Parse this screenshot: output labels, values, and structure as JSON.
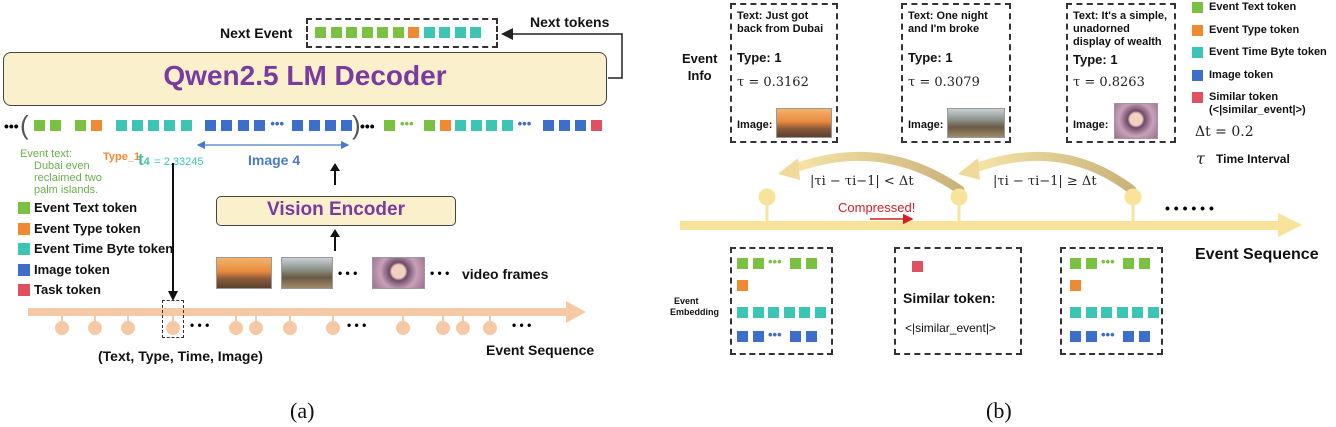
{
  "colors": {
    "text_token": "#7ac142",
    "type_token": "#f08a32",
    "time_token": "#3cc4b4",
    "image_token": "#3d6ec9",
    "task_token": "#e05060",
    "decoder_fill": "#fbf0cc",
    "decoder_text": "#7b3aa0",
    "sequence_line": "#f5c9a6",
    "timeline_b": "#f7e39a"
  },
  "panel_a": {
    "next_event_label": "Next Event",
    "next_tokens_label": "Next tokens",
    "decoder_label": "Qwen2.5 LM Decoder",
    "event_text_title": "Event text:",
    "event_text_body": [
      "Dubai even",
      "reclaimed two",
      "palm islands."
    ],
    "type_tag": "Type_1",
    "time_tag_t": "t",
    "time_tag_sub": "4",
    "time_tag_value": "= 2.33245",
    "image_span_label": "Image 4",
    "vision_encoder_label": "Vision Encoder",
    "video_frames_label": "video frames",
    "ellipsis": "• • •",
    "legend": [
      {
        "label": "Event Text token",
        "color_key": "text_token"
      },
      {
        "label": "Event Type token",
        "color_key": "type_token"
      },
      {
        "label": "Event Time Byte token",
        "color_key": "time_token"
      },
      {
        "label": "Image token",
        "color_key": "image_token"
      },
      {
        "label": "Task token",
        "color_key": "task_token"
      }
    ],
    "tuple_label": "(Text, Type, Time, Image)",
    "event_sequence_label": "Event Sequence",
    "caption": "(a)"
  },
  "panel_b": {
    "event_info_label": [
      "Event",
      "Info"
    ],
    "events": [
      {
        "text": [
          "Text: Just got",
          "back from Dubai"
        ],
        "type": "Type: 1",
        "tau": "τ = 0.3162",
        "image_label": "Image:"
      },
      {
        "text": [
          "Text: One night",
          "and I'm broke"
        ],
        "type": "Type: 1",
        "tau": "τ = 0.3079",
        "image_label": "Image:"
      },
      {
        "text": [
          "Text: It's a simple,",
          "unadorned",
          "display of wealth"
        ],
        "type": "Type: 1",
        "tau": "τ = 0.8263",
        "image_label": "Image:"
      }
    ],
    "legend": [
      {
        "label": "Event Text token",
        "color_key": "text_token"
      },
      {
        "label": "Event Type token",
        "color_key": "type_token"
      },
      {
        "label": "Event Time Byte token",
        "color_key": "time_token"
      },
      {
        "label": "Image token",
        "color_key": "image_token"
      },
      {
        "label": "Similar token",
        "color_key": "task_token"
      }
    ],
    "similar_token_sub": "(<|similar_event|>)",
    "delta_def": "Δt = 0.2",
    "tau_symbol": "τ",
    "tau_def": "Time Interval",
    "cond_less": "|τi − τi−1| < Δt",
    "cond_geq": "|τi − τi−1| ≥ Δt",
    "compressed_label": "Compressed!",
    "dots": "• • • • • •",
    "event_sequence_label": "Event Sequence",
    "event_embedding_label": [
      "Event",
      "Embedding"
    ],
    "similar_token_title": "Similar token:",
    "similar_token_text": "<|similar_event|>",
    "caption": "(b)"
  }
}
